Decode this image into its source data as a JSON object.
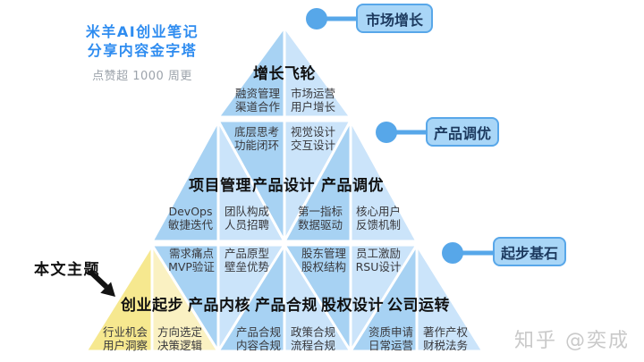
{
  "brand": {
    "title_line1": "米羊AI创业笔记",
    "title_line2": "分享内容金字塔",
    "subtitle": "点赞超 1000 周更"
  },
  "annotation": {
    "label": "本文主题"
  },
  "callouts": [
    {
      "label": "市场增长"
    },
    {
      "label": "产品调优"
    },
    {
      "label": "起步基石"
    }
  ],
  "watermark": "知乎 @奕成",
  "pyramid": {
    "levels": [
      {
        "sections": [
          {
            "header": "增长飞轮",
            "orientation": "up",
            "left_items": [
              "融资管理",
              "渠道合作"
            ],
            "right_items": [
              "市场运营",
              "用户增长"
            ]
          }
        ]
      },
      {
        "sections": [
          {
            "header": "项目管理",
            "orientation": "up",
            "left_items": [
              "DevOps",
              "敏捷迭代"
            ],
            "right_items": [
              "团队构成",
              "人员招聘"
            ]
          },
          {
            "header": "产品设计",
            "orientation": "down",
            "left_items": [
              "底层思考",
              "功能闭环"
            ],
            "right_items": [
              "视觉设计",
              "交互设计"
            ]
          },
          {
            "header": "产品调优",
            "orientation": "up",
            "left_items": [
              "第一指标",
              "数据驱动"
            ],
            "right_items": [
              "核心用户",
              "反馈机制"
            ]
          }
        ]
      },
      {
        "sections": [
          {
            "header": "创业起步",
            "orientation": "up",
            "highlight": true,
            "left_items": [
              "行业机会",
              "用户洞察"
            ],
            "right_items": [
              "方向选定",
              "决策逻辑"
            ]
          },
          {
            "header": "产品内核",
            "orientation": "down",
            "left_items": [
              "需求痛点",
              "MVP验证"
            ],
            "right_items": [
              "产品原型",
              "壁垒优势"
            ]
          },
          {
            "header": "产品合规",
            "orientation": "up",
            "left_items": [
              "产品合规",
              "内容合规"
            ],
            "right_items": [
              "政策合规",
              "流程合规"
            ]
          },
          {
            "header": "股权设计",
            "orientation": "down",
            "left_items": [
              "股东管理",
              "股权结构"
            ],
            "right_items": [
              "员工激励",
              "RSU设计"
            ]
          },
          {
            "header": "公司运转",
            "orientation": "up",
            "left_items": [
              "资质申请",
              "日常运营"
            ],
            "right_items": [
              "著作产权",
              "财税法务"
            ]
          }
        ]
      }
    ]
  },
  "colors": {
    "brand_blue": "#2E8CF0",
    "callout_fill": "#A9D6F7",
    "callout_border": "#58A7E9",
    "callout_text": "#1D3A5F",
    "connector": "#57A7E9",
    "triangle_medium": "#A7D2F3",
    "triangle_light": "#CBE4FA",
    "highlight_medium": "#F6E88F",
    "highlight_light": "#FAF1C2",
    "header_text": "#111111",
    "item_text": "#38383C",
    "subtitle_gray": "#9CA3AB",
    "watermark_gray": "#C9C9C9"
  }
}
